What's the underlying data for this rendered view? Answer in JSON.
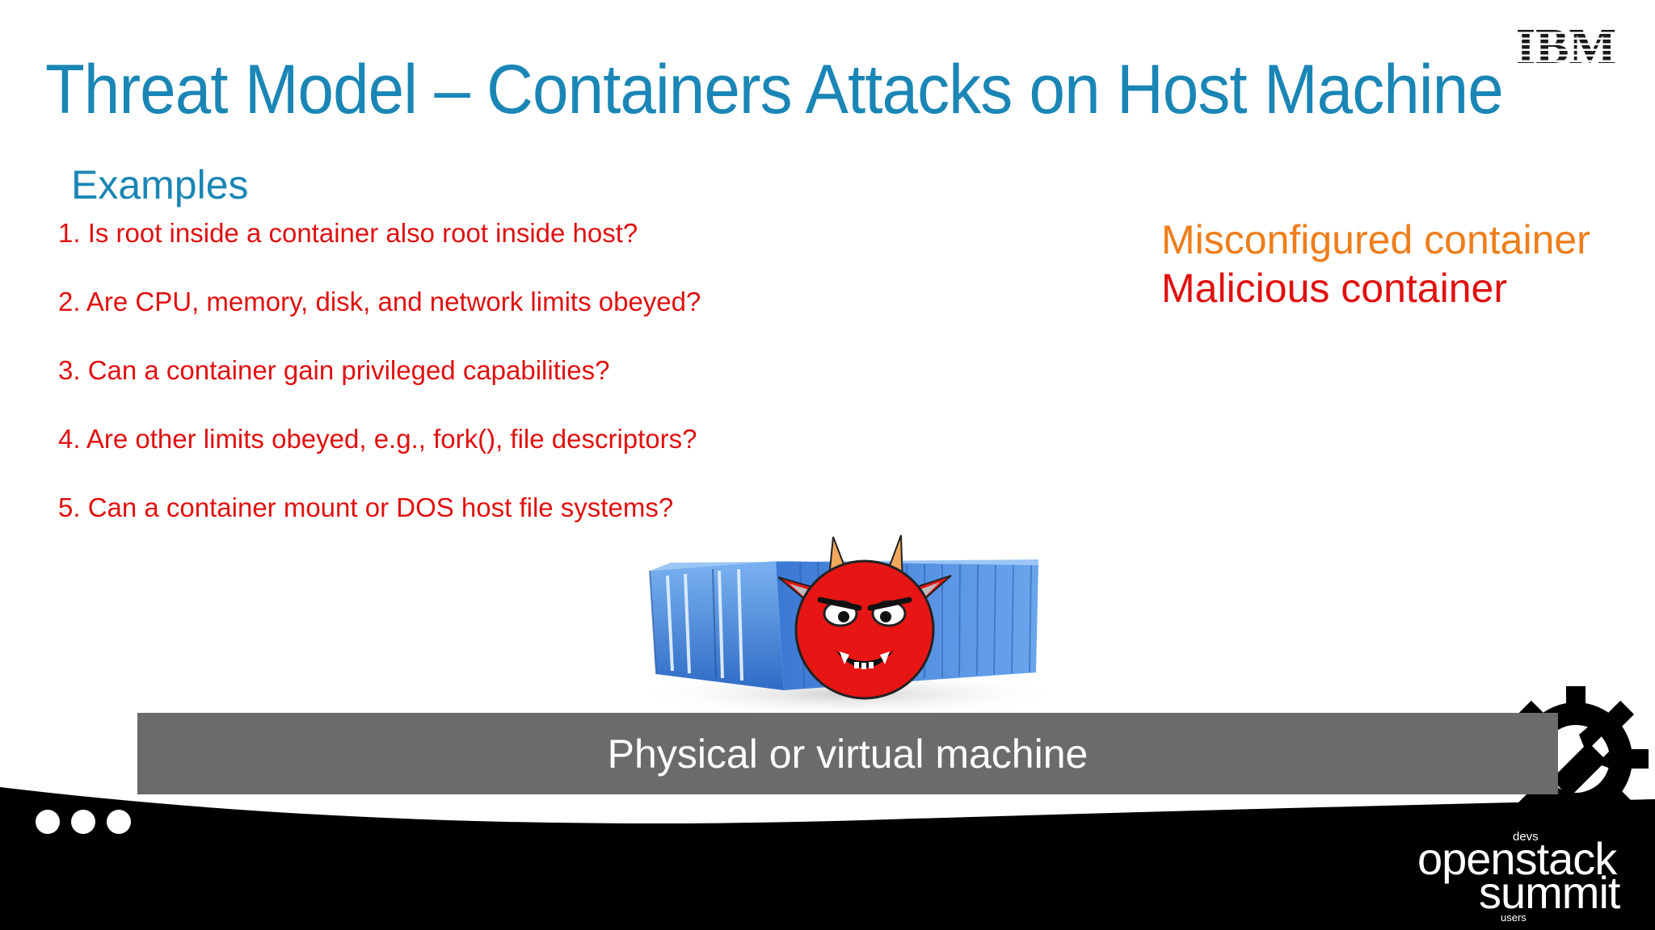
{
  "slide": {
    "title": "Threat Model – Containers Attacks on Host Machine",
    "logo_text": "IBM",
    "section_heading": "Examples",
    "examples": [
      "1. Is root inside a container also root inside host?",
      "2. Are CPU, memory, disk, and network limits obeyed?",
      "3. Can a container gain privileged capabilities?",
      "4. Are other limits obeyed, e.g., fork(), file descriptors?",
      "5. Can a container mount or DOS host file systems?"
    ],
    "threat_types": {
      "misconfigured": "Misconfigured container",
      "malicious": "Malicious container"
    },
    "host_label": "Physical or virtual machine",
    "summit_logo": {
      "top_word": "devs",
      "line1": "openstack",
      "line2": "summit",
      "bottom_word": "users"
    }
  },
  "colors": {
    "title": "#1a86b5",
    "example_text": "#e01010",
    "misconfigured": "#ef7d1a",
    "malicious": "#e01010",
    "host_bar": "#6b6b6d",
    "container": "#3f7fd6",
    "devil": "#e81515",
    "footer": "#000000"
  },
  "icons": [
    "ibm-logo",
    "shipping-container-icon",
    "devil-face-icon",
    "gear-wrench-icon",
    "more-dots-icon",
    "openstack-summit-logo"
  ]
}
